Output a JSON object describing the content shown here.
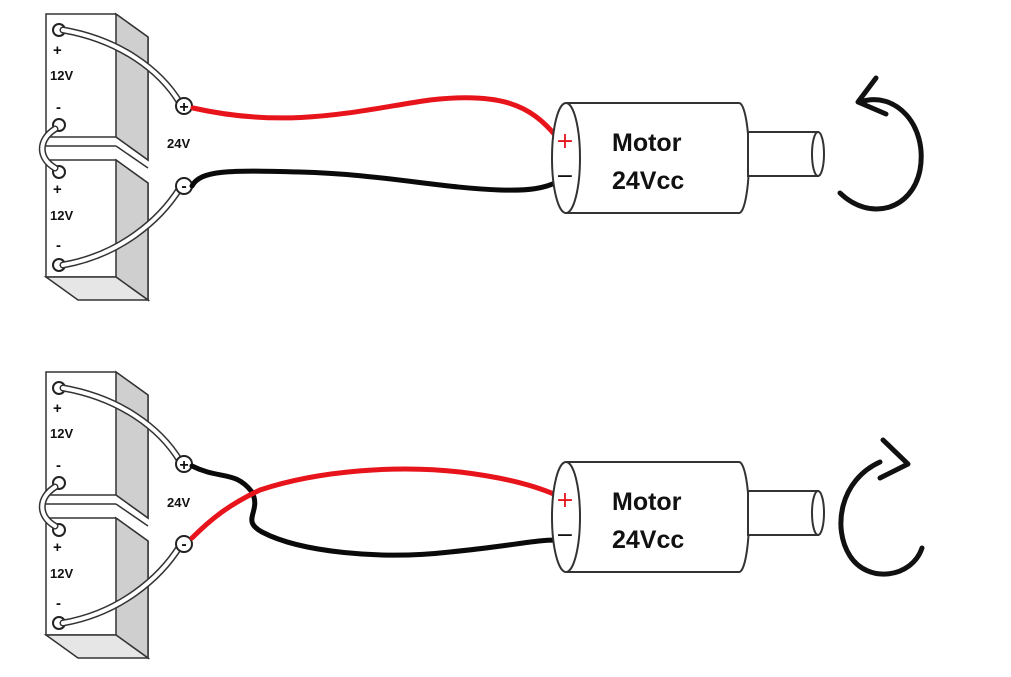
{
  "colors": {
    "positive_wire": "#e8141c",
    "negative_wire": "#0a0a0a",
    "battery_jumper": "#ffffff",
    "battery_face": "#ffffff",
    "battery_side": "#cfcfcf",
    "outline": "#333333"
  },
  "diagrams": [
    {
      "battery_top": {
        "voltage": "12V",
        "plus": "+",
        "minus": "-"
      },
      "battery_bottom": {
        "voltage": "12V",
        "plus": "+",
        "minus": "-"
      },
      "series_voltage": "24V",
      "out_plus_symbol": "+",
      "out_minus_symbol": "-",
      "motor": {
        "name": "Motor",
        "rating": "24Vcc",
        "plus": "+",
        "minus": "−"
      },
      "rotation": "counterclockwise"
    },
    {
      "battery_top": {
        "voltage": "12V",
        "plus": "+",
        "minus": "-"
      },
      "battery_bottom": {
        "voltage": "12V",
        "plus": "+",
        "minus": "-"
      },
      "series_voltage": "24V",
      "out_plus_symbol": "+",
      "out_minus_symbol": "-",
      "motor": {
        "name": "Motor",
        "rating": "24Vcc",
        "plus": "+",
        "minus": "−"
      },
      "rotation": "clockwise"
    }
  ]
}
